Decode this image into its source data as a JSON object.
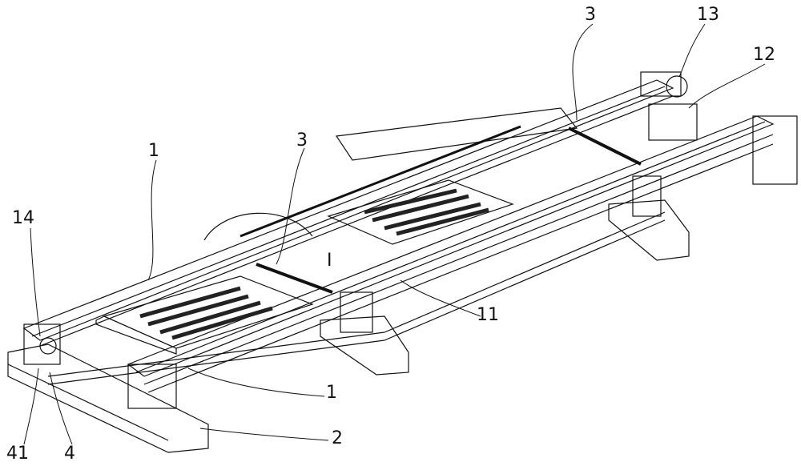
{
  "figure": {
    "labels": {
      "rail_upper": "1",
      "rail_lower": "1",
      "screw_left": "3",
      "screw_right": "3",
      "motor_pulley": "13",
      "motor": "12",
      "end_block": "14",
      "detail": "I",
      "slider": "11",
      "base": "2",
      "bearing": "41",
      "seat": "4"
    }
  }
}
